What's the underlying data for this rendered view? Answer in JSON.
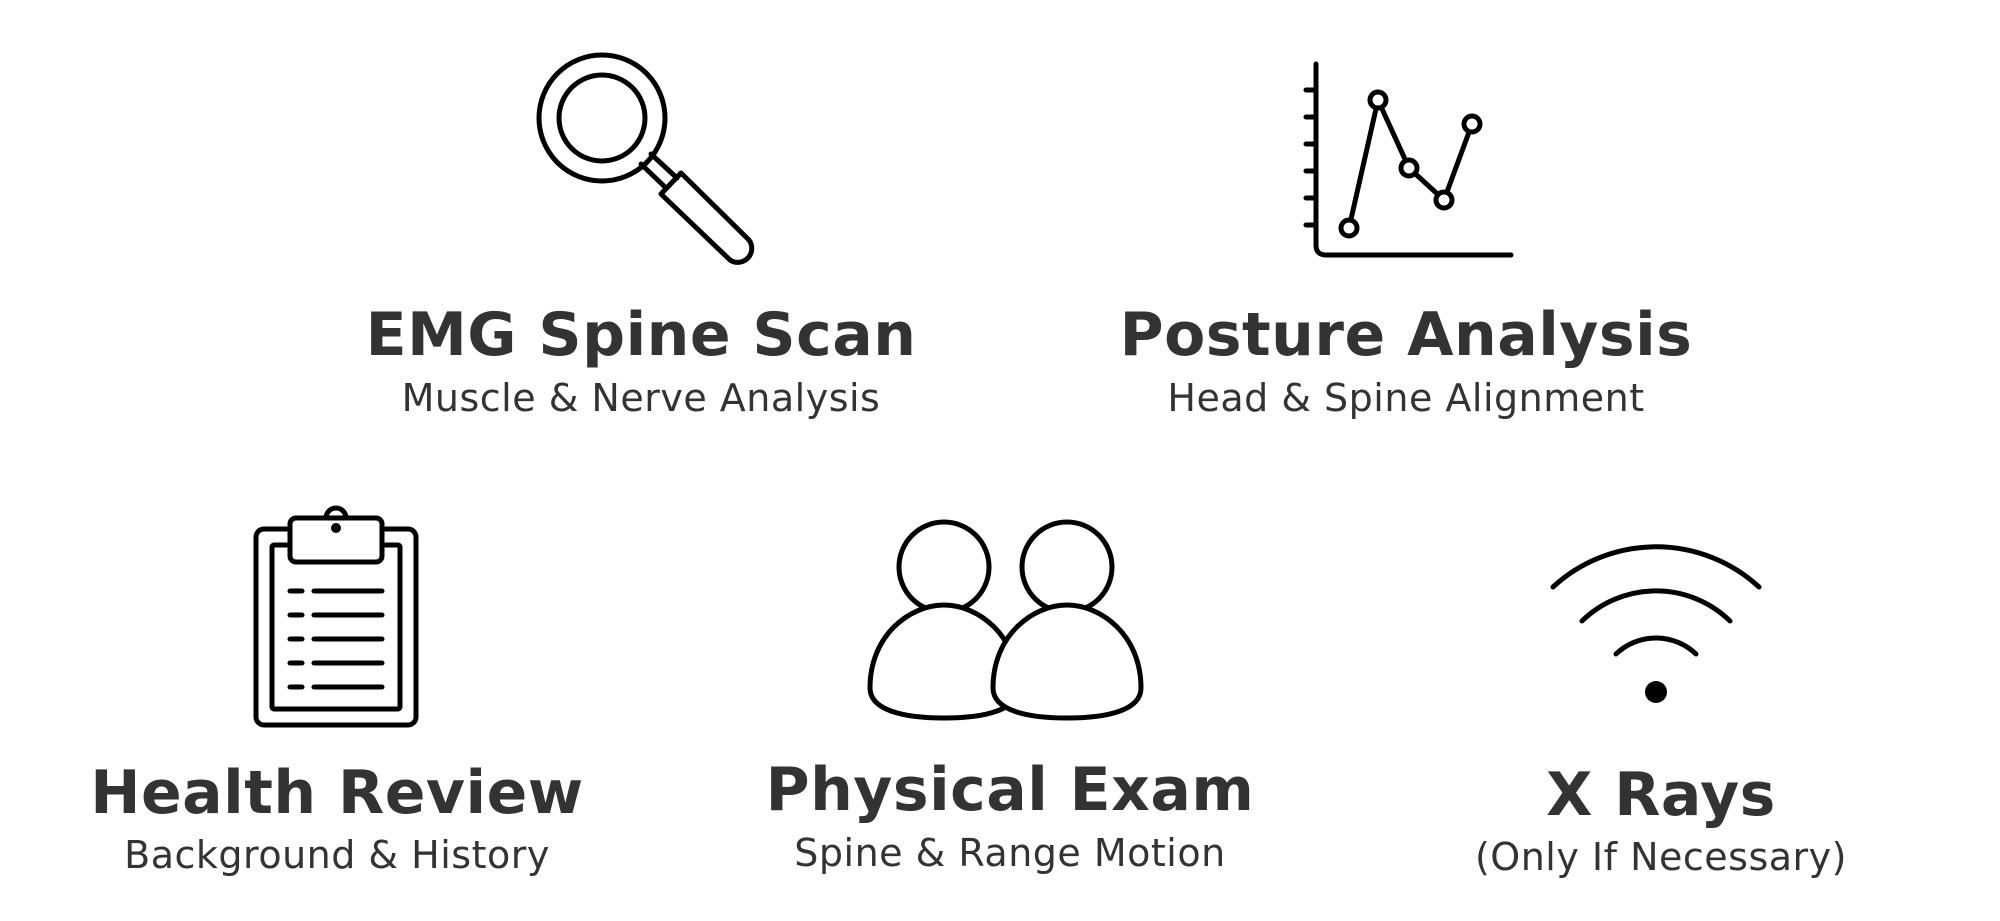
{
  "features": [
    {
      "id": "emg",
      "icon": "magnifier-icon",
      "title": "EMG Spine Scan",
      "subtitle": "Muscle & Nerve Analysis"
    },
    {
      "id": "posture",
      "icon": "line-chart-icon",
      "title": "Posture Analysis",
      "subtitle": "Head & Spine Alignment"
    },
    {
      "id": "health",
      "icon": "clipboard-icon",
      "title": "Health Review",
      "subtitle": "Background & History"
    },
    {
      "id": "physical",
      "icon": "two-people-icon",
      "title": "Physical Exam",
      "subtitle": "Spine & Range Motion"
    },
    {
      "id": "xrays",
      "icon": "signal-waves-icon",
      "title": "X Rays",
      "subtitle": "(Only If Necessary)"
    }
  ]
}
